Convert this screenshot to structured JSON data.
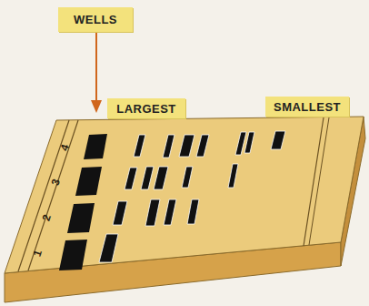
{
  "diagram": {
    "nodes": [
      {
        "text": [
          "WELLS"
        ]
      },
      {
        "text": [
          "LARGEST"
        ]
      },
      {
        "text": [
          "SMALLEST"
        ]
      }
    ],
    "labels": [
      "1",
      "2",
      "3",
      "4"
    ]
  }
}
